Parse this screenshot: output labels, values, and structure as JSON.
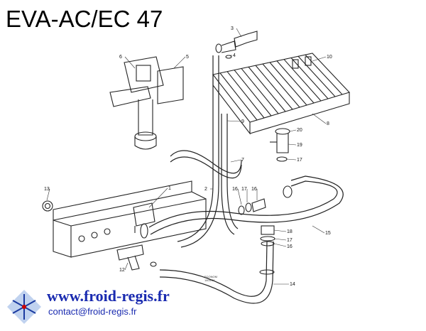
{
  "title": "EVA-AC/EC 47",
  "footer": {
    "website": "www.froid-regis.fr",
    "contact": "contact@froid-regis.fr"
  },
  "stamp": {
    "brand": "ECONOM",
    "code": "1403-01"
  },
  "callouts": [
    "1",
    "2",
    "3",
    "4",
    "5",
    "6",
    "7",
    "8",
    "9",
    "10",
    "12",
    "13",
    "14",
    "15",
    "16",
    "17",
    "18",
    "19",
    "20"
  ],
  "colors": {
    "accent": "#1a2bb0",
    "line": "#222222"
  },
  "icons": {
    "logo": "snowflake-logo-icon"
  }
}
